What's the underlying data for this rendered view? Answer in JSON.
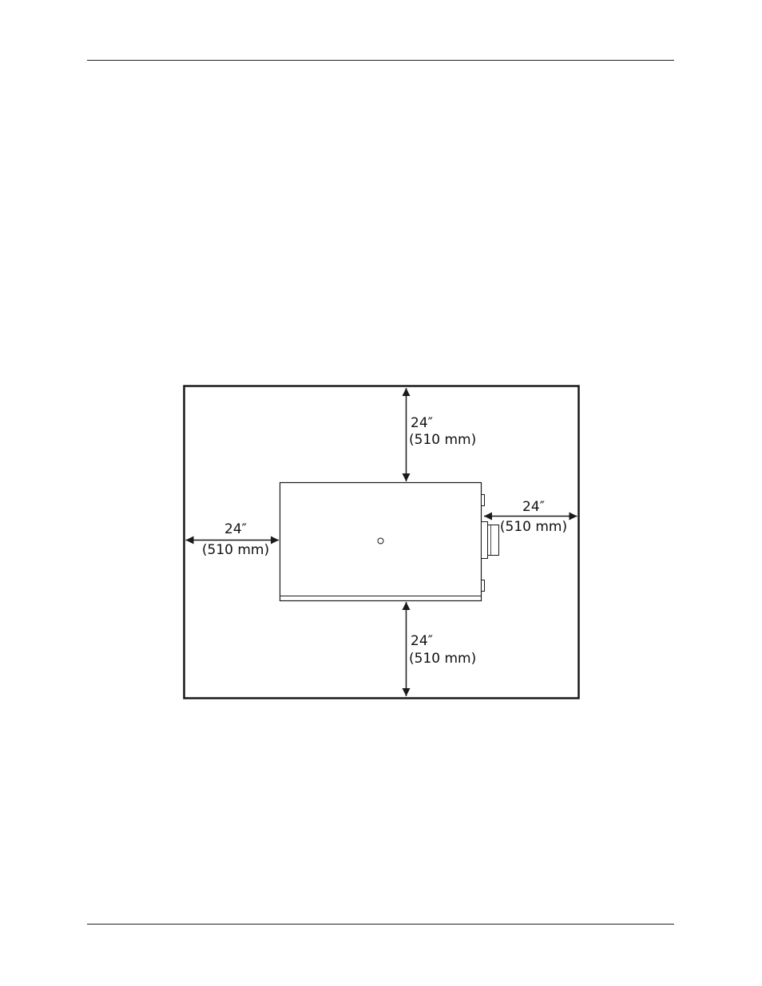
{
  "clearances": {
    "top": {
      "inches": "24″",
      "metric": "(510 mm)"
    },
    "right": {
      "inches": "24″",
      "metric": "(510 mm)"
    },
    "left": {
      "inches": "24″",
      "metric": "(510 mm)"
    },
    "bottom": {
      "inches": "24″",
      "metric": "(510 mm)"
    }
  },
  "colors": {
    "line": "#1a1a1a",
    "background": "#ffffff"
  }
}
